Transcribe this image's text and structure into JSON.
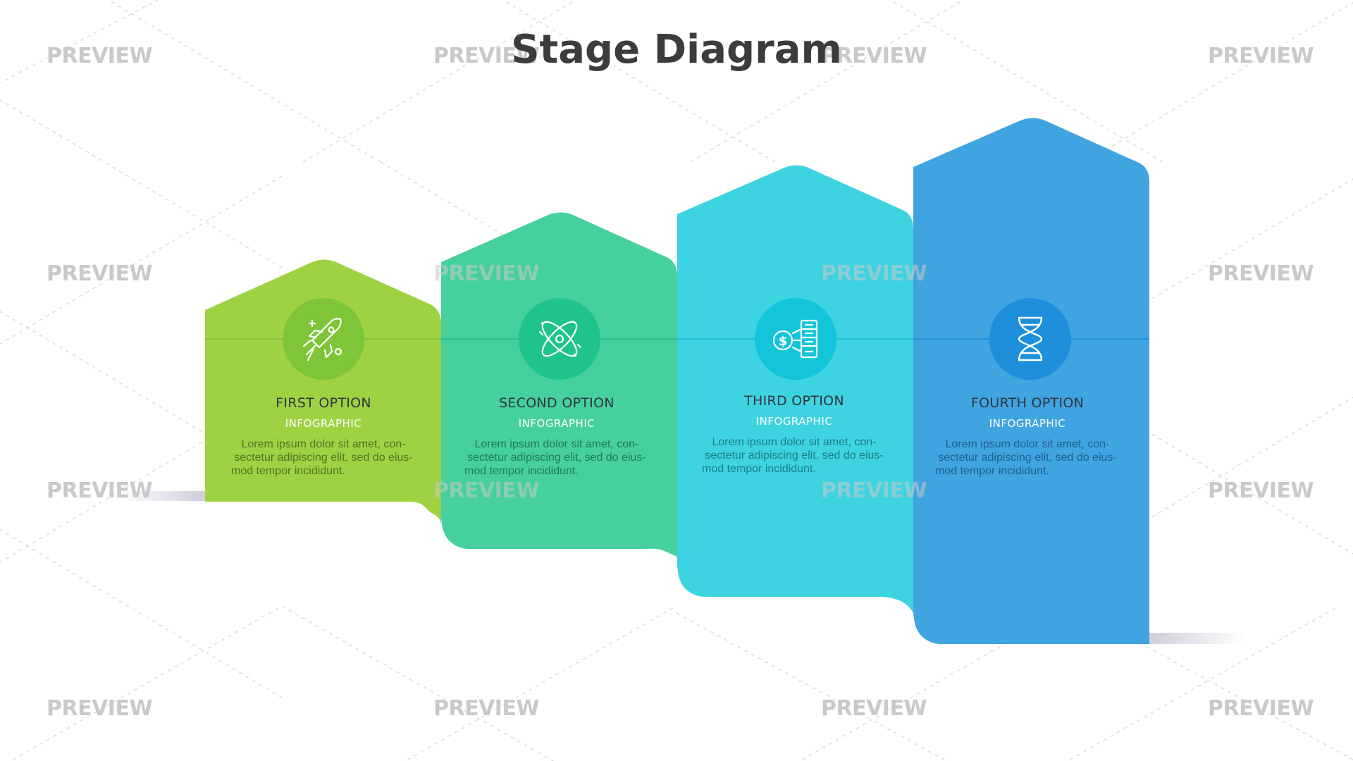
{
  "title": "Stage Diagram",
  "watermark": "PREVIEW",
  "options": [
    {
      "title": "FIRST OPTION",
      "subtitle": "INFOGRAPHIC",
      "desc": [
        "Lorem ipsum dolor sit amet, con-",
        "sectetur adipiscing elit, sed do eius-",
        "mod tempor incididunt."
      ],
      "icon": "rocket-icon",
      "color": "#9fd243",
      "circle_color": "#7ec538",
      "desc_color": "#4f7420"
    },
    {
      "title": "SECOND OPTION",
      "subtitle": "INFOGRAPHIC",
      "desc": [
        "Lorem ipsum dolor sit amet, con-",
        "sectetur adipiscing elit, sed do eius-",
        "mod tempor incididunt."
      ],
      "icon": "atom-icon",
      "color": "#45d09e",
      "circle_color": "#1fc38c",
      "desc_color": "#1f7a5a"
    },
    {
      "title": "THIRD OPTION",
      "subtitle": "INFOGRAPHIC",
      "desc": [
        "Lorem ipsum dolor sit amet, con-",
        "sectetur adipiscing elit, sed do eius-",
        "mod tempor incididunt."
      ],
      "icon": "money-server-icon",
      "color": "#3ed3e0",
      "circle_color": "#12c5da",
      "desc_color": "#1d7c8a"
    },
    {
      "title": "FOURTH OPTION",
      "subtitle": "INFOGRAPHIC",
      "desc": [
        "Lorem ipsum dolor sit amet, con-",
        "sectetur adipiscing elit, sed do eius-",
        "mod tempor incididunt."
      ],
      "icon": "dna-icon",
      "color": "#40a4e0",
      "circle_color": "#1e8fda",
      "desc_color": "#1f5f8e"
    }
  ]
}
